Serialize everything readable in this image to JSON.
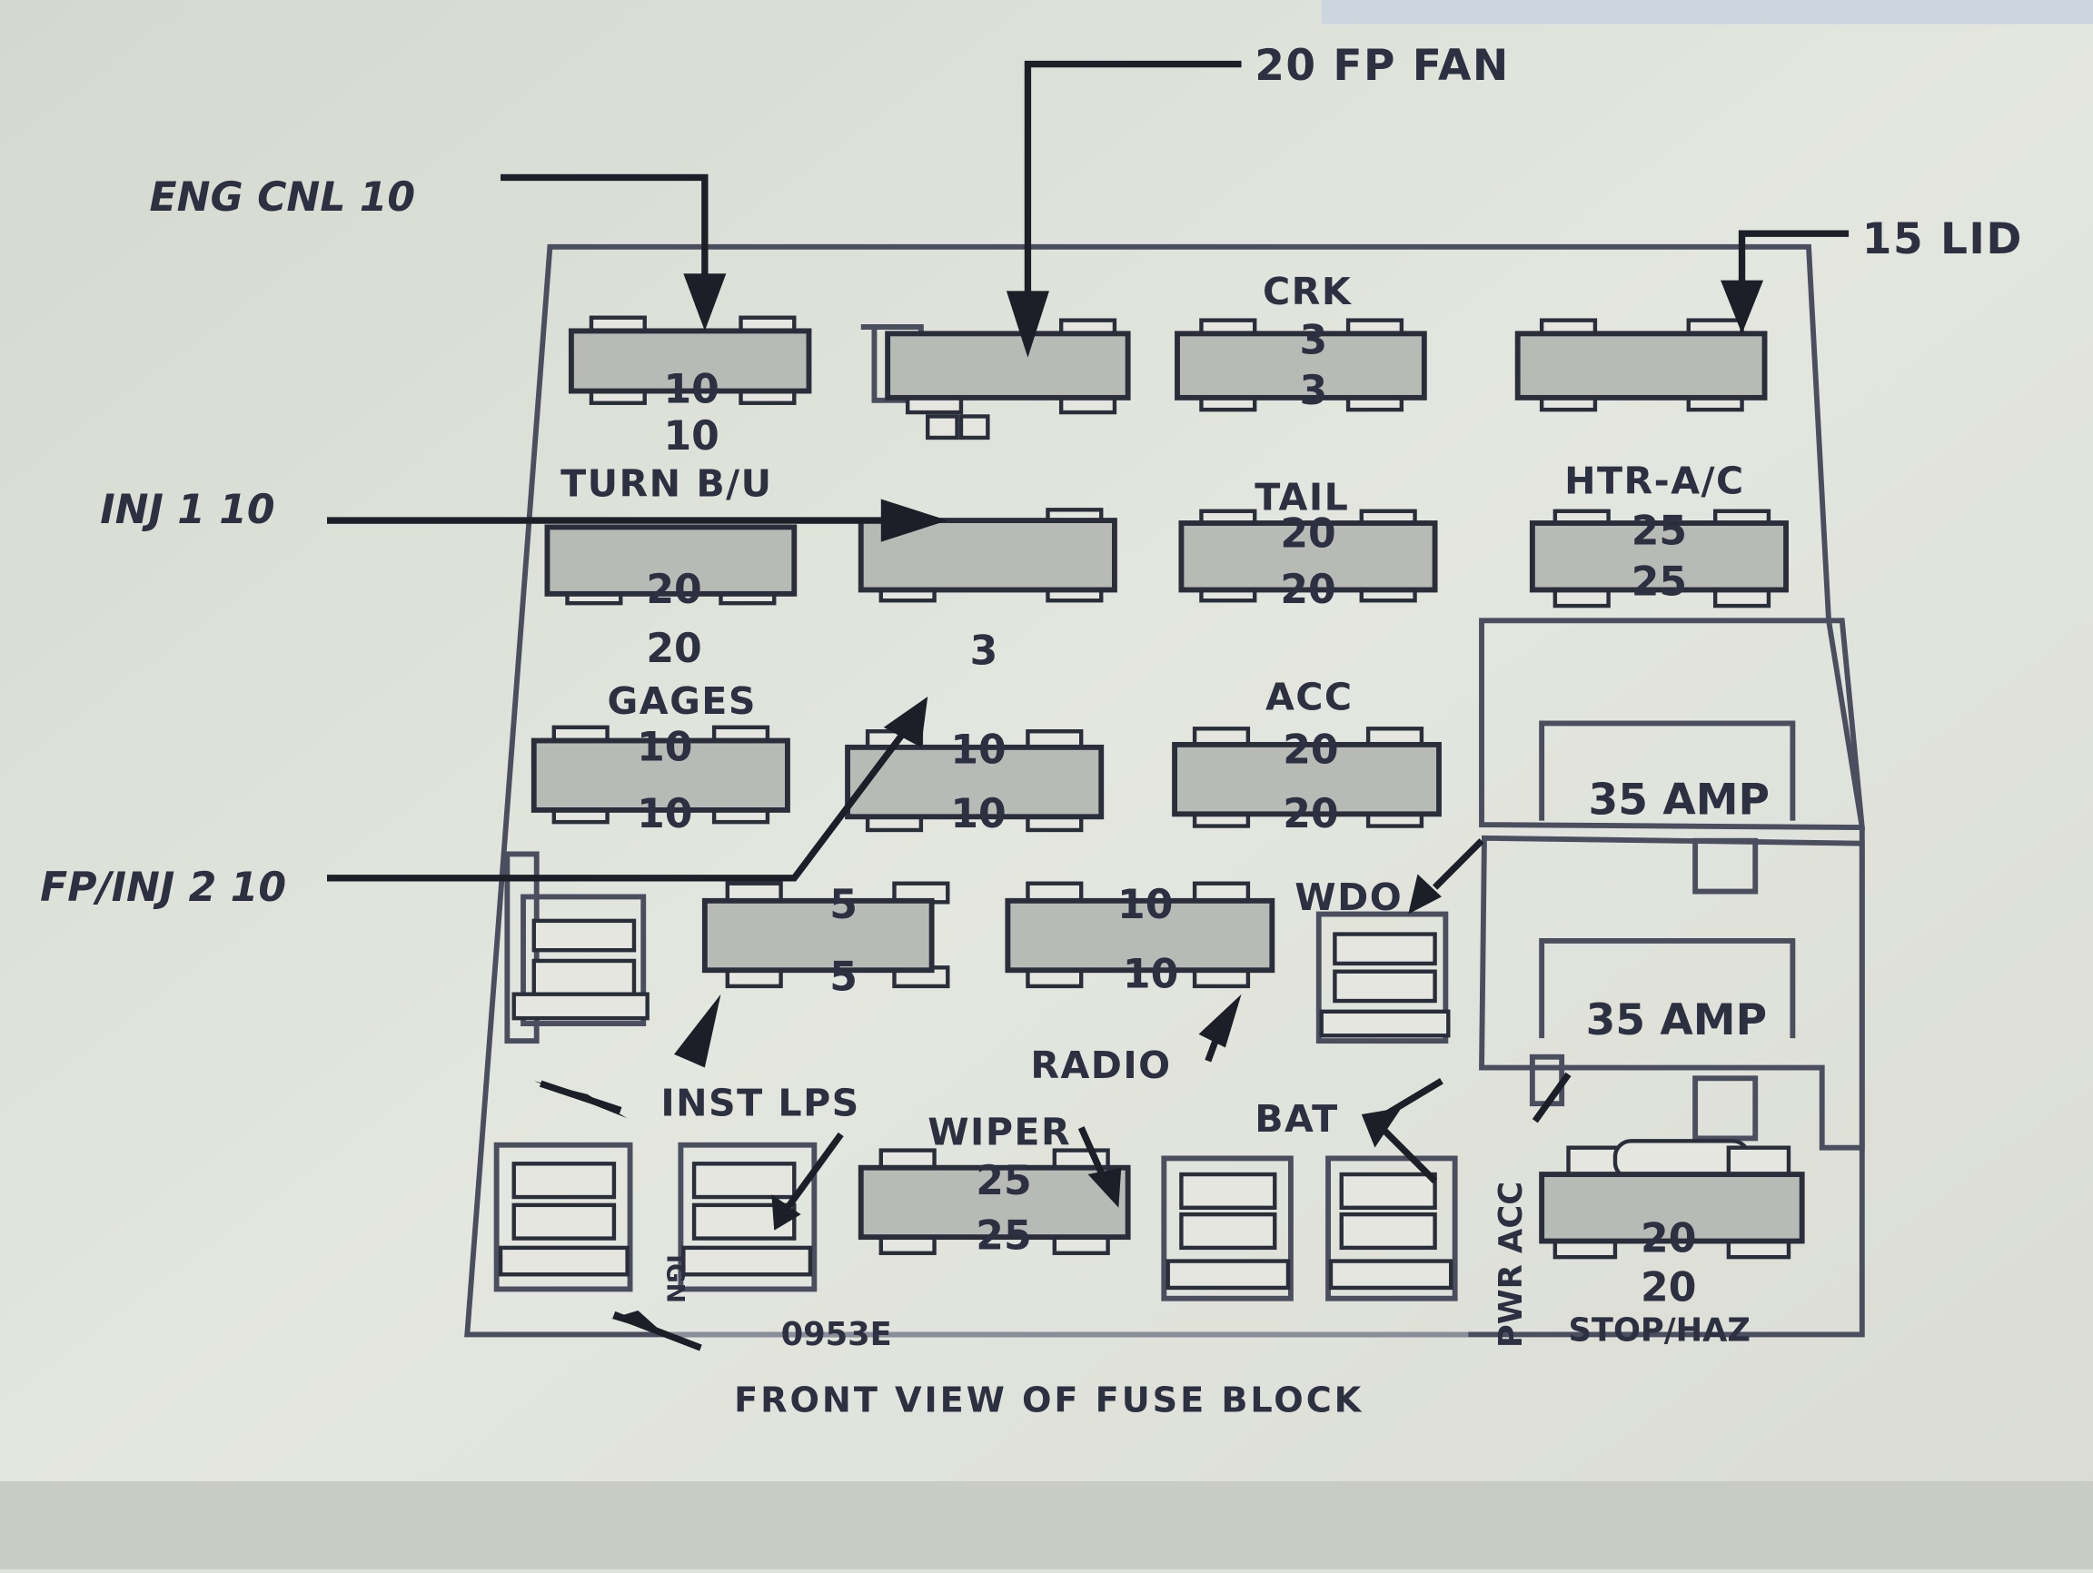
{
  "callouts": {
    "eng_cnl": "ENG CNL 10",
    "fp_fan": "20 FP FAN",
    "lid": "15 LID",
    "inj1": "INJ 1 10",
    "fp_inj2": "FP/INJ 2 10"
  },
  "labels": {
    "crk": "CRK",
    "turn_bu": "TURN B/U",
    "tail": "TAIL",
    "htr_ac": "HTR-A/C",
    "gages": "GAGES",
    "acc": "ACC",
    "wdo": "WDO",
    "radio": "RADIO",
    "inst_lps": "INST LPS",
    "wiper": "WIPER",
    "bat": "BAT",
    "ign": "IGN",
    "pwr_acc": "PWR ACC",
    "stop_haz": "STOP/HAZ"
  },
  "ratings": {
    "eng_cnl": [
      "10",
      "10"
    ],
    "crk": [
      "3",
      "3"
    ],
    "turn_bu": [
      "20",
      "20"
    ],
    "inj_below": "3",
    "tail": [
      "20",
      "20"
    ],
    "htr_ac": [
      "25",
      "25"
    ],
    "gages": [
      "10",
      "10"
    ],
    "fp_inj2": [
      "10",
      "10"
    ],
    "acc": [
      "20",
      "20"
    ],
    "inst_lps": [
      "5",
      "5"
    ],
    "wdo": [
      "10",
      "10"
    ],
    "wiper": [
      "25",
      "25"
    ],
    "stop_haz": [
      "20",
      "20"
    ]
  },
  "relays": [
    "35 AMP",
    "35 AMP"
  ],
  "part_number": "0953E",
  "caption": "FRONT VIEW OF FUSE BLOCK"
}
